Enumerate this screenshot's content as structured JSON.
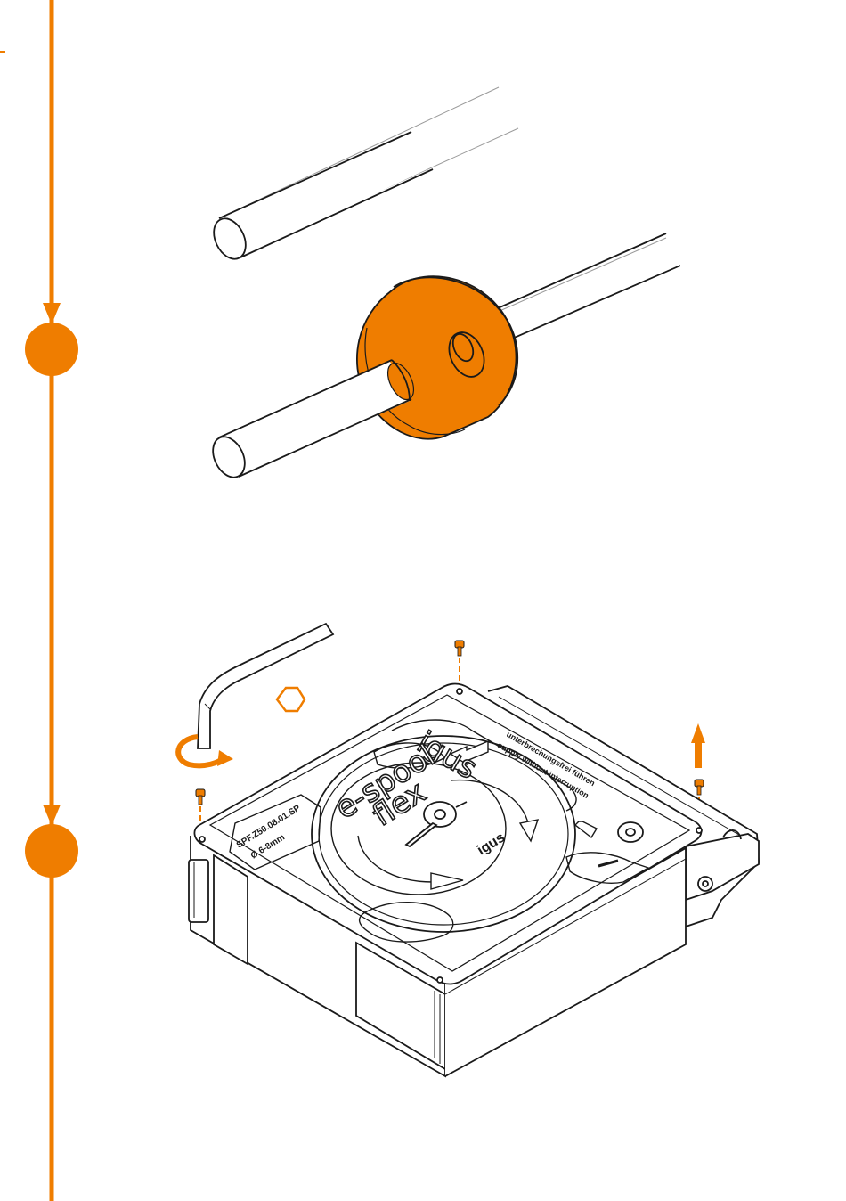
{
  "colors": {
    "accent": "#ef7d00",
    "line": "#1a1a1a",
    "background": "#ffffff"
  },
  "timeline": {
    "step_count": 2,
    "arrows": [
      "down-arrow-icon",
      "down-arrow-icon"
    ]
  },
  "labels": {
    "brand": "igus",
    "product_line1": "e-spool",
    "product_line2": "flex",
    "slogan_de": "unterbrechungsfrei führen",
    "slogan_en": "supply without interruption",
    "part_number": "SPF.Z50.08.01.SP",
    "diameter": "Ø 6-8mm",
    "logo_small": "igus"
  },
  "icons": {
    "hex": "hexagon-icon",
    "rotate": "rotate-arrow-icon",
    "lift": "up-arrow-icon"
  }
}
